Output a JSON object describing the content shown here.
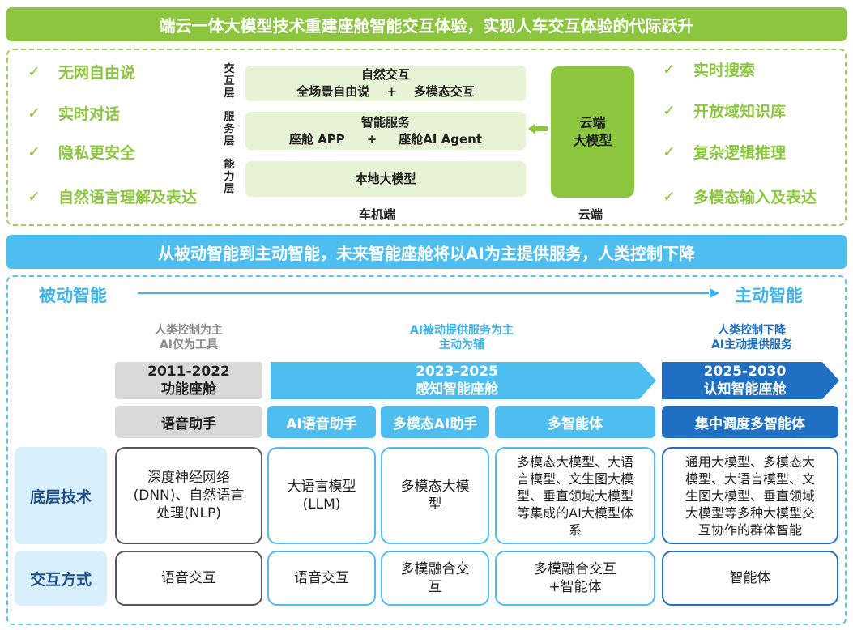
{
  "banner_top": "端云一体大模型技术重建座舱智能交互体验，实现人车交互体验的代际跃升",
  "left_features": [
    "无网自由说",
    "实时对话",
    "隐私更安全",
    "自然语言理解及表达"
  ],
  "right_features": [
    "实时搜索",
    "开放域知识库",
    "复杂逻辑推理",
    "多模态输入及表达"
  ],
  "check_glyph": "✓",
  "layers": {
    "interaction": {
      "label": "交互层",
      "title": "自然交互",
      "items": [
        "全场景自由说",
        "+",
        "多模态交互"
      ]
    },
    "service": {
      "label": "服务层",
      "title": "智能服务",
      "items": [
        "座舱 APP",
        "+",
        "座舱AI Agent"
      ]
    },
    "capability": {
      "label": "能力层",
      "title": "本地大模型"
    }
  },
  "vehicle_caption": "车机端",
  "cloud": {
    "line1": "云端",
    "line2": "大模型",
    "caption": "云端"
  },
  "banner_mid": "从被动智能到主动智能，未来智能座舱将以AI为主提供服务，人类控制下降",
  "axis": {
    "start": "被动智能",
    "end": "主动智能"
  },
  "captions": {
    "stage1": [
      "人类控制为主",
      "AI仅为工具"
    ],
    "stage2": [
      "AI被动提供服务为主",
      "主动为辅"
    ],
    "stage3": [
      "人类控制下降",
      "AI主动提供服务"
    ]
  },
  "periods": [
    {
      "years": "2011-2022",
      "name": "功能座舱"
    },
    {
      "years": "2023-2025",
      "name": "感知智能座舱"
    },
    {
      "years": "2025-2030",
      "name": "认知智能座舱"
    }
  ],
  "products": [
    "语音助手",
    "AI语音助手",
    "多模态AI助手",
    "多智能体",
    "集中调度多智能体"
  ],
  "row_tech": {
    "label": "底层技术",
    "cells": [
      [
        "深度神经网络",
        "(DNN)、自然语言",
        "处理(NLP)"
      ],
      [
        "大语言模型",
        "(LLM)"
      ],
      [
        "多模态大模",
        "型"
      ],
      [
        "多模态大模型、大语",
        "言模型、文生图大模",
        "型、垂直领域大模型",
        "等集成的AI大模型体",
        "系"
      ],
      [
        "通用大模型、多模态大",
        "模型、大语言模型、文",
        "生图大模型、垂直领域",
        "大模型等多种大模型交",
        "互协作的群体智能"
      ]
    ]
  },
  "row_mode": {
    "label": "交互方式",
    "cells": [
      [
        "语音交互"
      ],
      [
        "语音交互"
      ],
      [
        "多模融合交",
        "互"
      ],
      [
        "多模融合交互",
        "+智能体"
      ],
      [
        "智能体"
      ]
    ]
  },
  "colors": {
    "green": "#8cc63f",
    "light_green": "#e6f3d4",
    "blue": "#4dbeef",
    "dark_blue": "#1f6fc4",
    "gray": "#d9d9d9",
    "row_head": "#d8f0fb"
  }
}
